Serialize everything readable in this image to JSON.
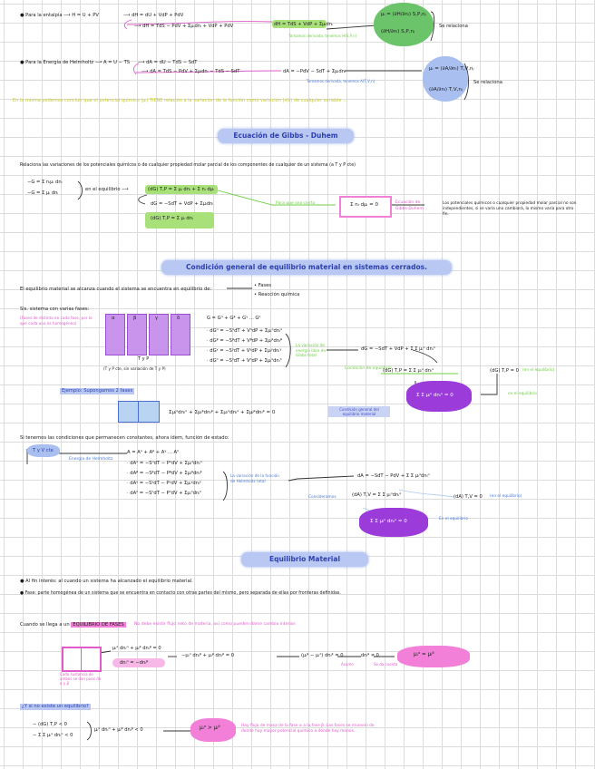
{
  "s1": {
    "e1": "● Para la entalpía ⟶ H = U + PV",
    "e1b": "⟶ dH = dU + VdP + PdV",
    "e1c": "⟶ dH = TdS − PdV + Σμᵢdnᵢ + VdP + PdV",
    "e1d": "dH = TdS + VdP + Σμᵢdnᵢ",
    "e1e": "Tomamos derivada, tenemos H(S,P,n)",
    "g1": "μᵢ = (∂H/∂nᵢ) S,P,nⱼ",
    "g2": "(∂H/∂nᵢ) S,P,nⱼ",
    "g1r": "Se relaciona",
    "e2": "● Para la Energía de Helmholtz ⟶ A = U − TS",
    "e2b": "⟶ dA = dU − TdS − SdT",
    "e2c": "⟶ dA = TdS − PdV + Σμᵢdnᵢ − TdS − SdT",
    "e2d": "dA = −PdV − SdT + Σμᵢdnᵢ",
    "e2e": "Tomamos derivada, tenemos A(T,V,n)",
    "p1": "μᵢ = (∂A/∂nᵢ) T,V,nⱼ",
    "p2": "(∂A/∂nᵢ) T,V,nⱼ",
    "p1r": "Se relaciona",
    "yellow_note": "En la misma podemos concluir que el potencial químico (μᵢ) TIENE relación a la variación de la función como variación (∂/∂) de cualquier variable ..."
  },
  "gd": {
    "title": "Ecuación de Gibbs - Duhem",
    "intro": "Relaciona las variaciones de los potenciales químicos o de cualquier propiedad molar parcial de los componentes de cualquier de un sistema (a T y P cte)",
    "g_a": "−G = Σ nᵢμᵢ dnᵢ",
    "g_b": "−G = Σ μᵢ dnᵢ",
    "g_eq": "en el equilibrio ⟶",
    "g_c": "(dG) T,P = Σ μᵢ dnᵢ + Σ nᵢ dμᵢ",
    "g_d": "dG = −SdT + VdP + Σμᵢdnᵢ",
    "g_e": "(dG) T,P = Σ μᵢ dnᵢ",
    "g_mid": "Para que sea cierto",
    "g_box": "Σ nᵢ dμᵢ = 0",
    "g_box_note": "Ecuación de Gibbs-Duhem",
    "g_right": "Los potenciales químicos o cualquier propiedad molar parcial no son independientes, si se varía uno cambiará, lo mismo varía para otro fin."
  },
  "cg": {
    "title": "Condición general de equilibrio material en sistemas cerrados.",
    "intro": "El equilibrio material se alcanza cuando el sistema se encuentra en equilibrio de:",
    "intro_a": "• Fases",
    "intro_b": "• Reacción química",
    "sis": "Sis. sistema con varias fases:",
    "sis_note": "(Fases de distinta en cada fase, por lo que cada una es homogénea)",
    "phases": [
      "α",
      "β",
      "γ",
      "δ"
    ],
    "t_label": "T y P",
    "tp_note": "(T y P cte, sin variación de T y P)",
    "sum": "G = Gᵅ + Gᵝ + Gᵞ ... Gᵟ",
    "d1": "· dGᵅ = −SᵅdT + VᵅdP + Σμᵢᵅdnᵢᵅ",
    "d2": "· dGᵝ = −SᵝdT + VᵝdP + Σμᵢᵝdnᵢᵝ",
    "d3": "· dGᵞ = −SᵞdT + VᵞdP + Σμᵢᵞdnᵢᵞ",
    "d4": "· dGᵟ = −SᵟdT + VᵟdP + Σμᵢᵟdnᵢᵟ",
    "d_note": "La variación de energía libre de Gibbs total",
    "r1": "dG = −SdT + VdP + Σ Σ μᵢᵅ dnᵢᵅ",
    "r2": "(dG) T,P = Σ Σ μᵢᵅ dnᵢᵅ",
    "r2_label": "Condición de equilibrio",
    "r3": "(dG) T,P = 0",
    "r3_note": "(en el equilibrio)",
    "r4_note": "en el equilibrio",
    "purple1": "Σ Σ μᵢᵅ dnᵢᵅ = 0",
    "cond_label": "Condición general del equilibrio material",
    "ej": "Ejemplo: Supongamos 2 fases",
    "ej_eq": "Σμᵢᵅdnᵢᵅ + Σμᵢᵝdnᵢᵝ + Σμᵢᵅdnᵢᵅ + Σμᵢᵝdnᵢᵝ = 0",
    "tv_intro": "Si tenemos las condiciones que permanecen constantes, ahora ídem, función de estado:",
    "tv_label": "T y V cte",
    "tv_note": "Energía de Helmholtz",
    "a_sum": "A = Aᵅ + Aᵝ + Aᵞ ... Aᵟ",
    "a1": "· dAᵅ = −SᵅdT − PᵅdV + Σμᵢᵅdnᵢᵅ",
    "a2": "· dAᵝ = −SᵝdT − PᵝdV + Σμᵢᵝdnᵢᵝ",
    "a3": "· dAᵞ = −SᵞdT − PᵞdV + Σμᵢᵞdnᵢᵞ",
    "a4": "· dAᵟ = −SᵟdT − PᵟdV + Σμᵢᵟdnᵢᵟ",
    "a_note": "La variación de la función de Helmholtz total",
    "ar1": "dA = −SdT − PdV + Σ Σ μᵢᵅdnᵢᵅ",
    "ar2": "(dA) T,V = Σ Σ μᵢᵅdnᵢᵅ",
    "ar2_label": "Consideramos",
    "ar3": "(dA) T,V = 0",
    "ar3_note": "(en el equilibrio)",
    "ar4_note": "En el equilibrio",
    "purple2": "Σ Σ μᵢᵅ dnᵢᵅ = 0"
  },
  "eq": {
    "title": "Equilibrio Material",
    "b1": "● Al fin interés: al cuando un sistema ha alcanzado el equilibrio material.",
    "b2": "● Fase: parte homogénea de un sistema que se encuentra en contacto con otras partes del mismo, pero separada de ellas por fronteras definidas.",
    "cuando": "Cuando se llega a un",
    "cuando_hl": "EQUILIBRIO DE FASES",
    "cuando_note": "No debe existir flujo neto de materia, así como pueden darse cambio interior.",
    "m1": "μᵢᵅ dnᵢᵅ + μᵢᵝ dnᵢᵝ = 0",
    "m2": "dnᵢᵅ = −dnᵢᵝ",
    "m3": "−μᵢᵅ dnᵢᵝ + μᵢᵝ dnᵢᵝ = 0",
    "m4": "(μᵢᵝ − μᵢᵅ) dnᵢᵝ = 0",
    "m5": "dnᵢᵝ ≠ 0",
    "m5_note": "Asumo",
    "m6_note": "Se da cuenta",
    "pink1": "μᵢᵅ = μᵢᵝ",
    "small_note": "Cada sustancia de ambos se dan pues de α y β",
    "no_eq": "¿Y si no existe un equilibrio?",
    "n1": "− (dG) T,P < 0",
    "n2": "− Σ Σ μᵢᵅ dnᵢᵅ < 0",
    "n3": "μᵢᵅ dnᵢᵅ + μᵢᵝ dnᵢᵝ < 0",
    "pink2": "μᵢᵅ > μᵢᵝ",
    "pink2_note": "Hay flujo de masa de la fase α a la fase β. Las fases se mueven de donde hay mayor potencial químico a donde hay menos."
  }
}
